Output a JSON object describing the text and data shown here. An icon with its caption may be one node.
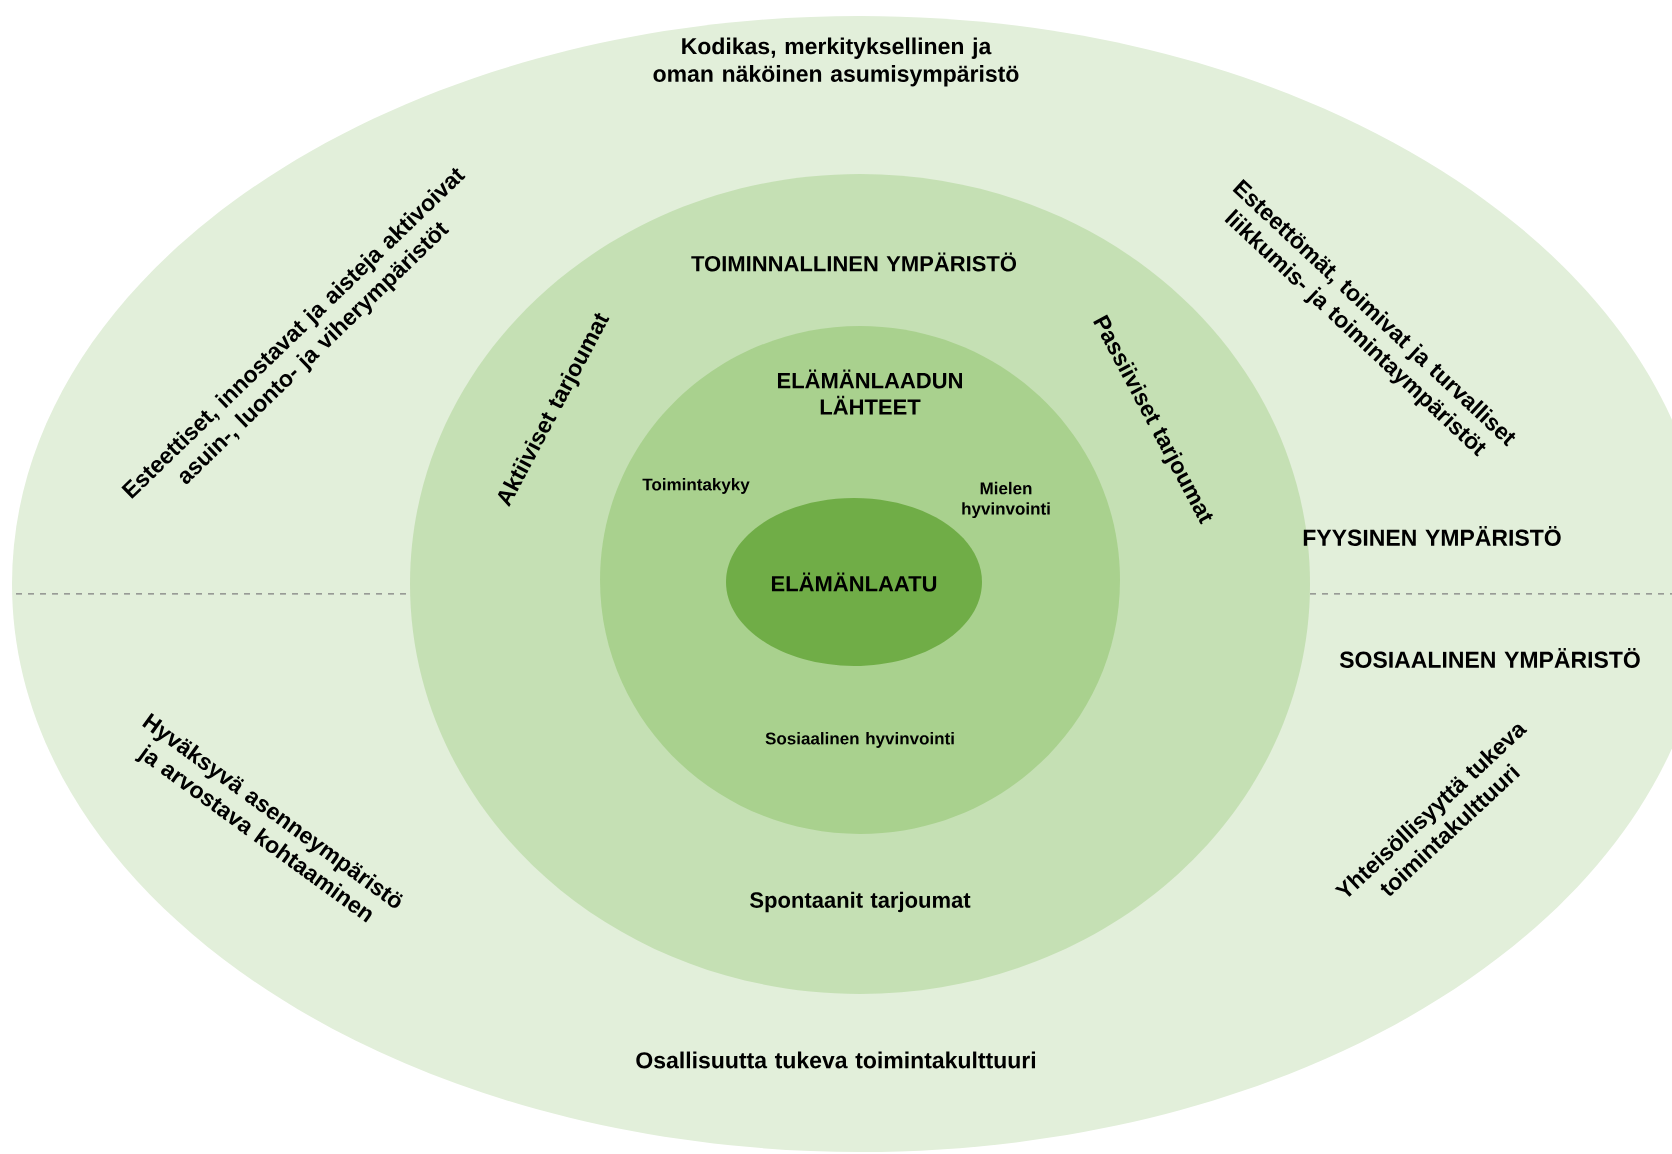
{
  "diagram": {
    "nodes": [
      {
        "text": [
          "Kodikas, merkityksellinen ja oman näköinen asumisympäristö",
          "Esteettiset, innostavat ja aisteja aktivoivat asuin-, luonto- ja viherympäristöt",
          "Esteettömät, toimivat ja turvalliset liikkumis- ja toimintaympäristöt",
          "FYYSINEN YMPÄRISTÖ",
          "SOSIAALINEN YMPÄRISTÖ",
          "Hyväksyvä asenneympäristö ja arvostava kohtaaminen",
          "Yhteisöllisyyttä tukeva toimintakulttuuri",
          "Osallisuutta tukeva toimintakulttuuri"
        ]
      },
      {
        "text": [
          "TOIMINNALLINEN YMPÄRISTÖ",
          "Aktiiviset tarjoumat",
          "Passiiviset tarjoumat",
          "Spontaanit tarjoumat"
        ],
        "in": 0
      },
      {
        "text": [
          "ELÄMÄNLAADUN LÄHTEET",
          "Toimintakyky",
          "Mielen hyvinvointi",
          "Sosiaalinen hyvinvointi"
        ],
        "in": 1
      },
      {
        "text": [
          "ELÄMÄNLAATU"
        ],
        "in": 2
      }
    ],
    "edges": []
  }
}
